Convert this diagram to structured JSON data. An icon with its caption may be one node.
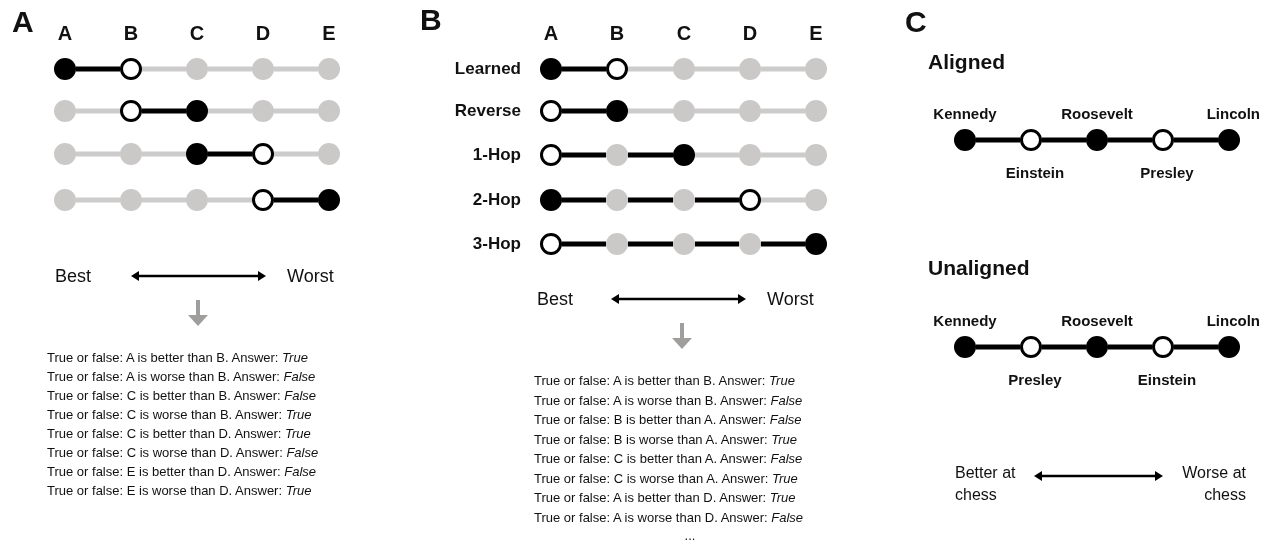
{
  "diagram": {
    "nodes": [
      {
        "text": [],
        "shape": "circle"
      },
      {
        "text": [],
        "shape": "circle"
      },
      {
        "text": [],
        "shape": "circle"
      },
      {
        "text": [],
        "shape": "circle"
      },
      {
        "text": [],
        "shape": "circle"
      },
      {
        "text": [],
        "shape": "circle"
      },
      {
        "text": [],
        "shape": "circle"
      },
      {
        "text": [],
        "shape": "circle"
      },
      {
        "text": [],
        "shape": "circle"
      },
      {
        "text": [],
        "shape": "circle"
      },
      {
        "text": [],
        "shape": "circle"
      },
      {
        "text": [],
        "shape": "circle"
      },
      {
        "text": [],
        "shape": "circle"
      },
      {
        "text": [],
        "shape": "circle"
      },
      {
        "text": [],
        "shape": "circle"
      },
      {
        "text": [],
        "shape": "circle"
      },
      {
        "text": [],
        "shape": "circle"
      },
      {
        "text": [],
        "shape": "circle"
      },
      {
        "text": [],
        "shape": "circle"
      },
      {
        "text": [],
        "shape": "circle"
      },
      {
        "text": [],
        "shape": "circle"
      },
      {
        "text": [],
        "shape": "circle"
      },
      {
        "text": [],
        "shape": "circle"
      },
      {
        "text": [],
        "shape": "circle"
      },
      {
        "text": [],
        "shape": "circle"
      },
      {
        "text": [],
        "shape": "circle"
      },
      {
        "text": [],
        "shape": "circle"
      },
      {
        "text": [],
        "shape": "circle"
      },
      {
        "text": [],
        "shape": "circle"
      },
      {
        "text": [],
        "shape": "circle"
      },
      {
        "text": [],
        "shape": "circle"
      },
      {
        "text": [],
        "shape": "circle"
      },
      {
        "text": [],
        "shape": "circle"
      },
      {
        "text": [],
        "shape": "circle"
      },
      {
        "text": [],
        "shape": "circle"
      },
      {
        "text": [],
        "shape": "circle"
      },
      {
        "text": [],
        "shape": "circle"
      },
      {
        "text": [],
        "shape": "circle"
      },
      {
        "text": [],
        "shape": "circle"
      },
      {
        "text": [],
        "shape": "circle"
      },
      {
        "text": [],
        "shape": "circle"
      },
      {
        "text": [],
        "shape": "circle"
      },
      {
        "text": [],
        "shape": "circle"
      },
      {
        "text": [],
        "shape": "circle"
      },
      {
        "text": [],
        "shape": "circle"
      },
      {
        "text": [],
        "shape": "circle",
        "beside": [
          "Kennedy"
        ]
      },
      {
        "text": [],
        "shape": "circle",
        "beside": [
          "Einstein"
        ]
      },
      {
        "text": [],
        "shape": "circle",
        "beside": [
          "Roosevelt"
        ]
      },
      {
        "text": [],
        "shape": "circle",
        "beside": [
          "Presley"
        ]
      },
      {
        "text": [],
        "shape": "circle",
        "beside": [
          "Lincoln"
        ]
      },
      {
        "text": [],
        "shape": "circle",
        "beside": [
          "Kennedy"
        ]
      },
      {
        "text": [],
        "shape": "circle",
        "beside": [
          "Presley"
        ]
      },
      {
        "text": [],
        "shape": "circle",
        "beside": [
          "Roosevelt"
        ]
      },
      {
        "text": [],
        "shape": "circle",
        "beside": [
          "Einstein"
        ]
      },
      {
        "text": [],
        "shape": "circle",
        "beside": [
          "Lincoln"
        ]
      }
    ],
    "edges": [
      {
        "from": 0,
        "to": 1,
        "arrow": "none"
      },
      {
        "from": 1,
        "to": 2,
        "arrow": "none",
        "color": "#cccccc"
      },
      {
        "from": 2,
        "to": 3,
        "arrow": "none",
        "color": "#cccccc"
      },
      {
        "from": 3,
        "to": 4,
        "arrow": "none",
        "color": "#cccccc"
      },
      {
        "from": 5,
        "to": 6,
        "arrow": "none",
        "color": "#cccccc"
      },
      {
        "from": 6,
        "to": 7,
        "arrow": "none"
      },
      {
        "from": 7,
        "to": 8,
        "arrow": "none",
        "color": "#cccccc"
      },
      {
        "from": 8,
        "to": 9,
        "arrow": "none",
        "color": "#cccccc"
      },
      {
        "from": 10,
        "to": 11,
        "arrow": "none",
        "color": "#cccccc"
      },
      {
        "from": 11,
        "to": 12,
        "arrow": "none",
        "color": "#cccccc"
      },
      {
        "from": 12,
        "to": 13,
        "arrow": "none"
      },
      {
        "from": 13,
        "to": 14,
        "arrow": "none",
        "color": "#cccccc"
      },
      {
        "from": 15,
        "to": 16,
        "arrow": "none",
        "color": "#cccccc"
      },
      {
        "from": 16,
        "to": 17,
        "arrow": "none",
        "color": "#cccccc"
      },
      {
        "from": 17,
        "to": 18,
        "arrow": "none",
        "color": "#cccccc"
      },
      {
        "from": 18,
        "to": 19,
        "arrow": "none"
      },
      {
        "from": 20,
        "to": 21,
        "arrow": "none"
      },
      {
        "from": 21,
        "to": 22,
        "arrow": "none",
        "color": "#cccccc"
      },
      {
        "from": 22,
        "to": 23,
        "arrow": "none",
        "color": "#cccccc"
      },
      {
        "from": 23,
        "to": 24,
        "arrow": "none",
        "color": "#cccccc"
      },
      {
        "from": 25,
        "to": 26,
        "arrow": "none"
      },
      {
        "from": 26,
        "to": 27,
        "arrow": "none",
        "color": "#cccccc"
      },
      {
        "from": 27,
        "to": 28,
        "arrow": "none",
        "color": "#cccccc"
      },
      {
        "from": 28,
        "to": 29,
        "arrow": "none",
        "color": "#cccccc"
      },
      {
        "from": 30,
        "to": 31,
        "arrow": "none"
      },
      {
        "from": 31,
        "to": 32,
        "arrow": "none"
      },
      {
        "from": 32,
        "to": 33,
        "arrow": "none",
        "color": "#cccccc"
      },
      {
        "from": 33,
        "to": 34,
        "arrow": "none",
        "color": "#cccccc"
      },
      {
        "from": 35,
        "to": 36,
        "arrow": "none"
      },
      {
        "from": 36,
        "to": 37,
        "arrow": "none"
      },
      {
        "from": 37,
        "to": 38,
        "arrow": "none"
      },
      {
        "from": 38,
        "to": 39,
        "arrow": "none",
        "color": "#cccccc"
      },
      {
        "from": 40,
        "to": 41,
        "arrow": "none"
      },
      {
        "from": 41,
        "to": 42,
        "arrow": "none"
      },
      {
        "from": 42,
        "to": 43,
        "arrow": "none"
      },
      {
        "from": 43,
        "to": 44,
        "arrow": "none"
      },
      {
        "from": 45,
        "to": 46,
        "arrow": "none"
      },
      {
        "from": 46,
        "to": 47,
        "arrow": "none"
      },
      {
        "from": 47,
        "to": 48,
        "arrow": "none"
      },
      {
        "from": 48,
        "to": 49,
        "arrow": "none"
      },
      {
        "from": 50,
        "to": 51,
        "arrow": "none"
      },
      {
        "from": 51,
        "to": 52,
        "arrow": "none"
      },
      {
        "from": 52,
        "to": 53,
        "arrow": "none"
      },
      {
        "from": 53,
        "to": 54,
        "arrow": "none"
      }
    ],
    "labels": [
      "A",
      "A",
      "B",
      "C",
      "D",
      "E",
      "Best",
      "Worst",
      "True or false: A is better than B. Answer: *True*",
      "True or false: A is worse than B. Answer: *False*",
      "True or false: C is better than B. Answer: *False*",
      "True or false: C is worse than B. Answer: *True*",
      "True or false: C is better than D. Answer: *True*",
      "True or false: C is worse than D. Answer: *False*",
      "True or false: E is better than D. Answer: *False*",
      "True or false: E is worse than D. Answer: *True*",
      "B",
      "A",
      "B",
      "C",
      "D",
      "E",
      "Learned",
      "Reverse",
      "1-Hop",
      "2-Hop",
      "3-Hop",
      "Best",
      "Worst",
      "True or false: A is better than B. Answer: *True*",
      "True or false: A is worse than B. Answer: *False*",
      "True or false: B is better than A. Answer: *False*",
      "True or false: B is worse than A. Answer: *True*",
      "True or false: C is better than A. Answer: *False*",
      "True or false: C is worse than A. Answer: *True*",
      "True or false: A is better than D. Answer: *True*",
      "True or false: A is worse than D. Answer: *False*",
      "...",
      "C",
      "Aligned",
      "Unaligned",
      "Better at chess",
      "Worse at chess"
    ]
  }
}
